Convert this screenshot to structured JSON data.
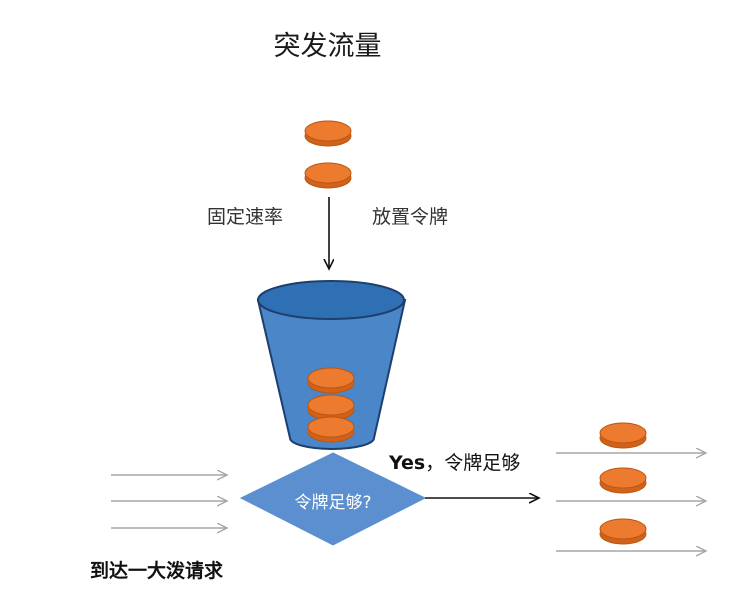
{
  "title": "突发流量",
  "labels": {
    "fixed_rate": "固定速率",
    "place_tokens": "放置令牌",
    "decision": "令牌足够?",
    "yes_prefix": "Yes",
    "yes_suffix": "，令牌足够",
    "burst": "到达一大泼请求"
  },
  "colors": {
    "token_fill": "#ec7b2f",
    "token_stroke": "#b95512",
    "bucket_fill": "#4a86c8",
    "bucket_stroke": "#1d3f6e",
    "decision_fill": "#5b8fd0",
    "arrow_gray": "#a6a6a6",
    "arrow_black": "#111111"
  },
  "icons": {
    "token": "token-coin-icon",
    "bucket": "bucket-icon"
  }
}
